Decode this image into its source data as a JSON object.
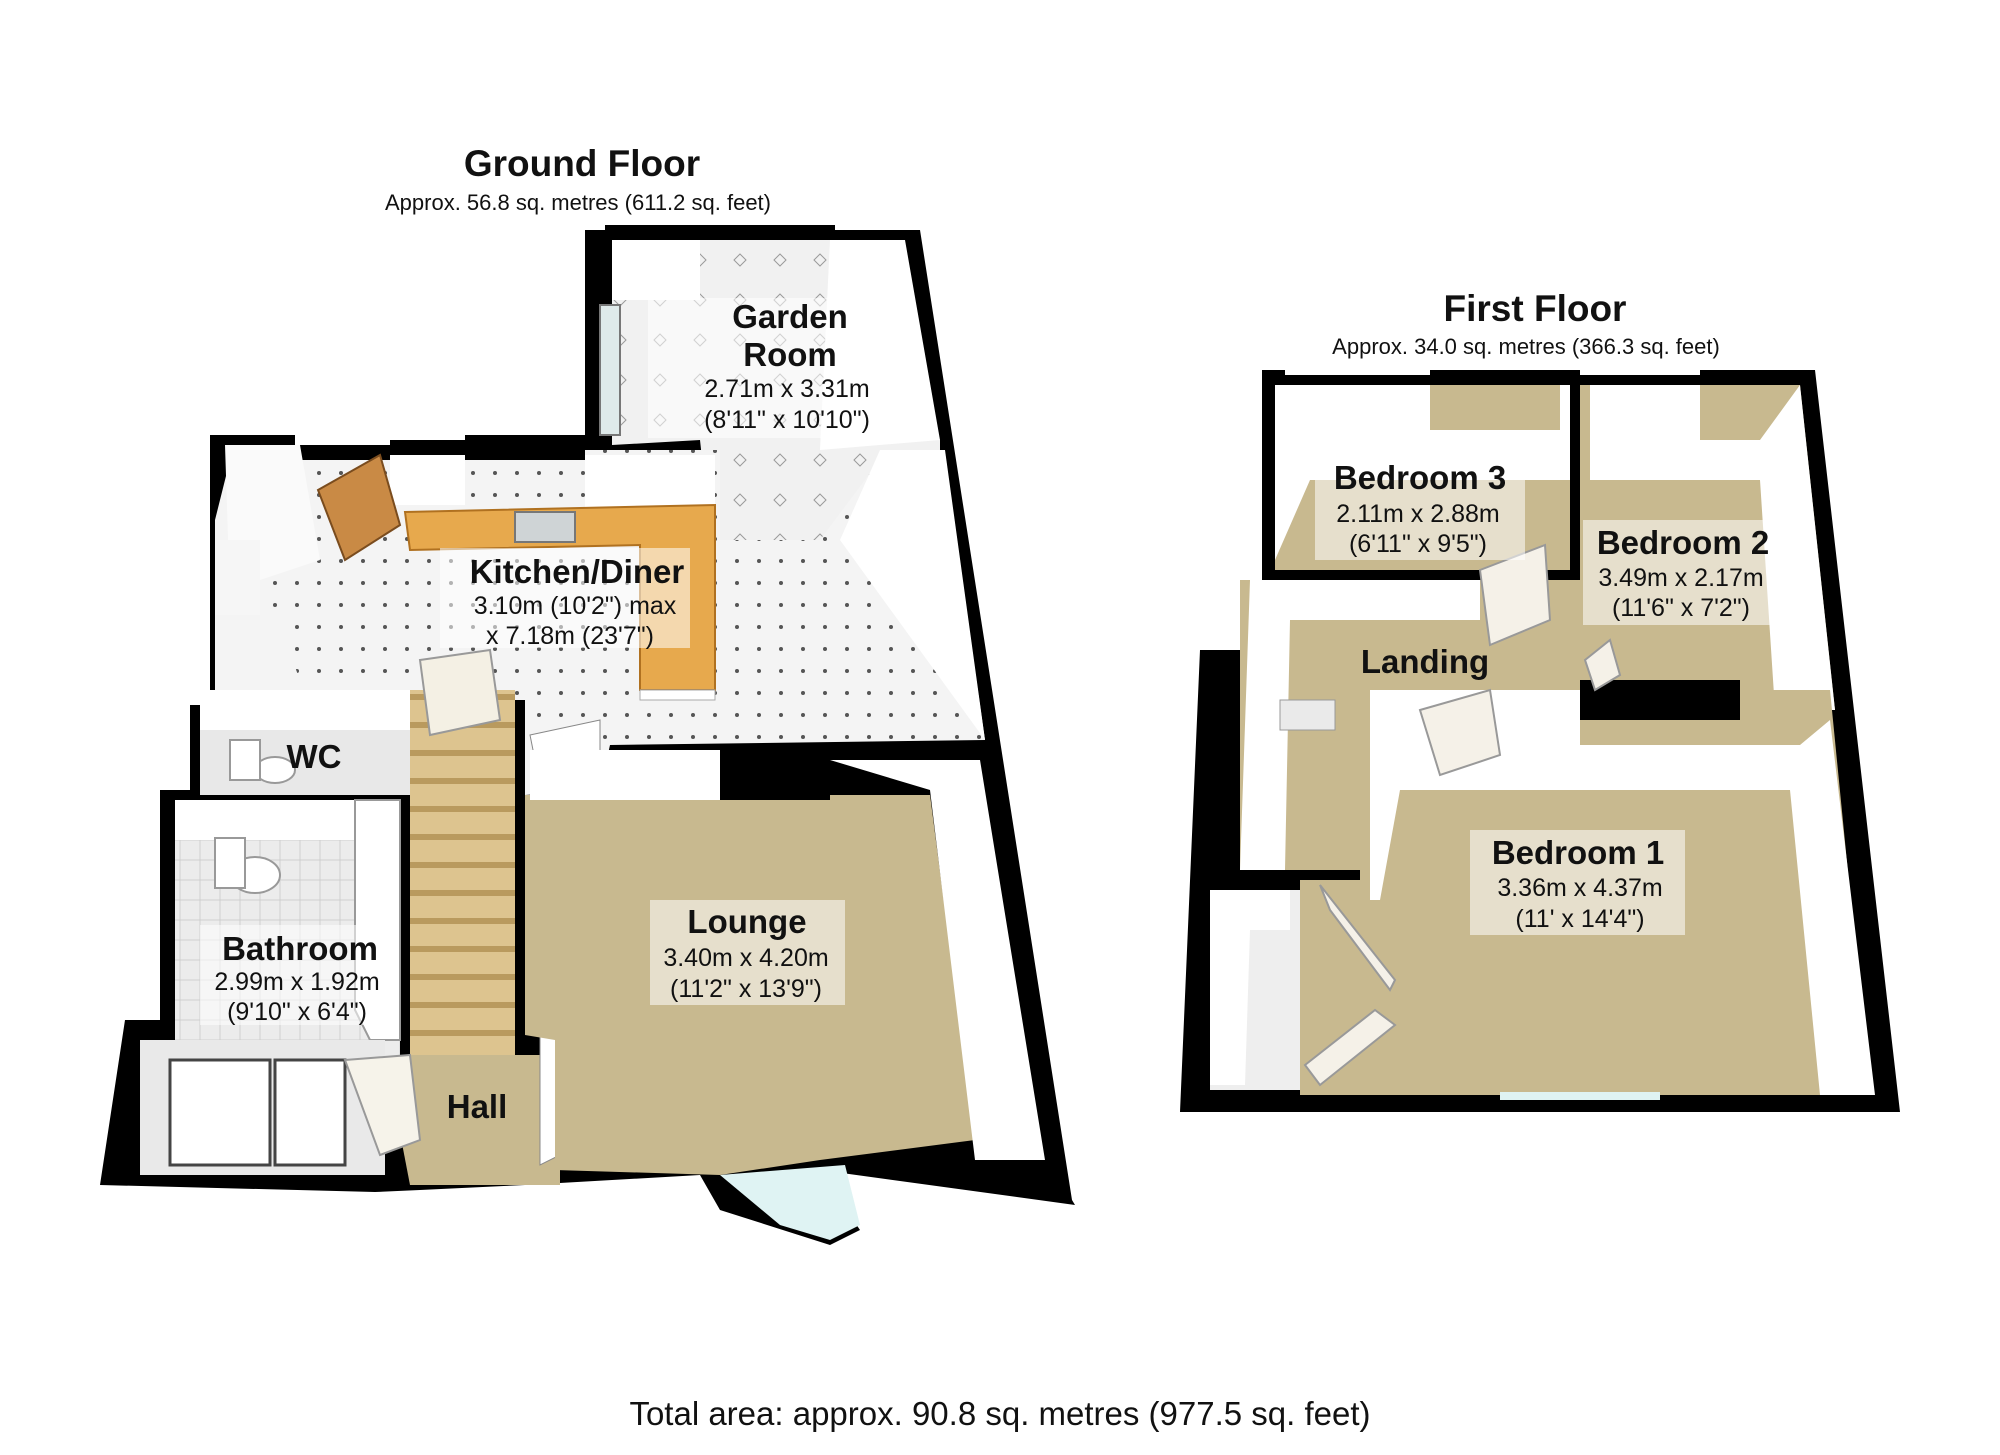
{
  "ground_floor": {
    "title": "Ground Floor",
    "area": "Approx. 56.8 sq. metres (611.2 sq. feet)",
    "rooms": {
      "garden_room": {
        "name_line1": "Garden",
        "name_line2": "Room",
        "dim_metric": "2.71m x 3.31m",
        "dim_imperial": "(8'11\" x 10'10\")"
      },
      "kitchen_diner": {
        "name": "Kitchen/Diner",
        "dim_line1": "3.10m (10'2\") max",
        "dim_line2": "x 7.18m (23'7\")"
      },
      "wc": {
        "name": "WC"
      },
      "bathroom": {
        "name": "Bathroom",
        "dim_metric": "2.99m x 1.92m",
        "dim_imperial": "(9'10\" x 6'4\")"
      },
      "lounge": {
        "name": "Lounge",
        "dim_metric": "3.40m x 4.20m",
        "dim_imperial": "(11'2\" x 13'9\")"
      },
      "hall": {
        "name": "Hall"
      }
    }
  },
  "first_floor": {
    "title": "First Floor",
    "area": "Approx. 34.0 sq. metres (366.3 sq. feet)",
    "rooms": {
      "bedroom3": {
        "name": "Bedroom 3",
        "dim_metric": "2.11m x 2.88m",
        "dim_imperial": "(6'11\" x 9'5\")"
      },
      "bedroom2": {
        "name": "Bedroom 2",
        "dim_metric": "3.49m x 2.17m",
        "dim_imperial": "(11'6\" x 7'2\")"
      },
      "landing": {
        "name": "Landing"
      },
      "bedroom1": {
        "name": "Bedroom 1",
        "dim_metric": "3.36m x 4.37m",
        "dim_imperial": "(11' x 14'4\")"
      }
    }
  },
  "total_area": "Total area: approx. 90.8 sq. metres (977.5 sq. feet)",
  "colors": {
    "wall": "#000000",
    "carpet": "#c8b98f",
    "tile": "#f2f2f2",
    "worktop": "#e7a94d",
    "door": "#c98a45",
    "stairs": "#dcc28e",
    "glass": "#dff3f3"
  }
}
